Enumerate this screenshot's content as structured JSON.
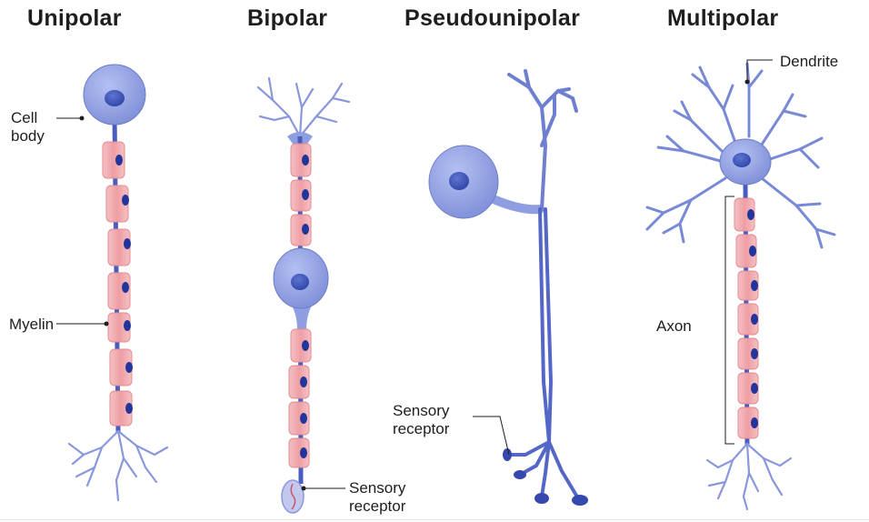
{
  "titles": {
    "unipolar": "Unipolar",
    "bipolar": "Bipolar",
    "pseudounipolar": "Pseudounipolar",
    "multipolar": "Multipolar"
  },
  "labels": {
    "cell_body_line1": "Cell",
    "cell_body_line2": "body",
    "myelin": "Myelin",
    "sensory_receptor_bipolar_line1": "Sensory",
    "sensory_receptor_bipolar_line2": "receptor",
    "sensory_receptor_pseudo_line1": "Sensory",
    "sensory_receptor_pseudo_line2": "receptor",
    "dendrite": "Dendrite",
    "axon": "Axon"
  },
  "colors": {
    "soma": "#8f9ee0",
    "nucleus": "#3d55b5",
    "axon": "#4a5cc0",
    "myelin": "#f0a9ae",
    "schwann_nucleus": "#23349a",
    "text": "#1e1e1e"
  }
}
